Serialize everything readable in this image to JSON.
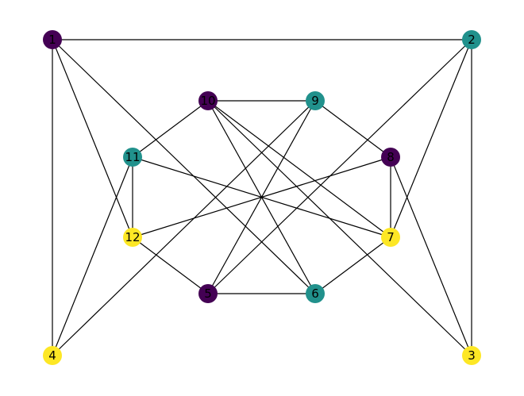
{
  "colors": {
    "purple": "#440154",
    "teal": "#21918c",
    "yellow": "#fde725",
    "edge": "#000000"
  },
  "graph": {
    "nodes": [
      {
        "id": "1",
        "label": "1",
        "color": "purple"
      },
      {
        "id": "2",
        "label": "2",
        "color": "teal"
      },
      {
        "id": "3",
        "label": "3",
        "color": "yellow"
      },
      {
        "id": "4",
        "label": "4",
        "color": "yellow"
      },
      {
        "id": "5",
        "label": "5",
        "color": "purple"
      },
      {
        "id": "6",
        "label": "6",
        "color": "teal"
      },
      {
        "id": "7",
        "label": "7",
        "color": "yellow"
      },
      {
        "id": "8",
        "label": "8",
        "color": "purple"
      },
      {
        "id": "9",
        "label": "9",
        "color": "teal"
      },
      {
        "id": "10",
        "label": "10",
        "color": "purple"
      },
      {
        "id": "11",
        "label": "11",
        "color": "teal"
      },
      {
        "id": "12",
        "label": "12",
        "color": "yellow"
      }
    ],
    "edges": [
      [
        "1",
        "2"
      ],
      [
        "1",
        "4"
      ],
      [
        "1",
        "12"
      ],
      [
        "1",
        "6"
      ],
      [
        "2",
        "3"
      ],
      [
        "2",
        "7"
      ],
      [
        "2",
        "5"
      ],
      [
        "3",
        "8"
      ],
      [
        "3",
        "10"
      ],
      [
        "4",
        "11"
      ],
      [
        "4",
        "9"
      ],
      [
        "5",
        "6"
      ],
      [
        "5",
        "12"
      ],
      [
        "5",
        "9"
      ],
      [
        "6",
        "7"
      ],
      [
        "6",
        "10"
      ],
      [
        "7",
        "8"
      ],
      [
        "7",
        "11"
      ],
      [
        "7",
        "10"
      ],
      [
        "8",
        "9"
      ],
      [
        "8",
        "12"
      ],
      [
        "9",
        "10"
      ],
      [
        "10",
        "11"
      ],
      [
        "11",
        "12"
      ]
    ]
  }
}
